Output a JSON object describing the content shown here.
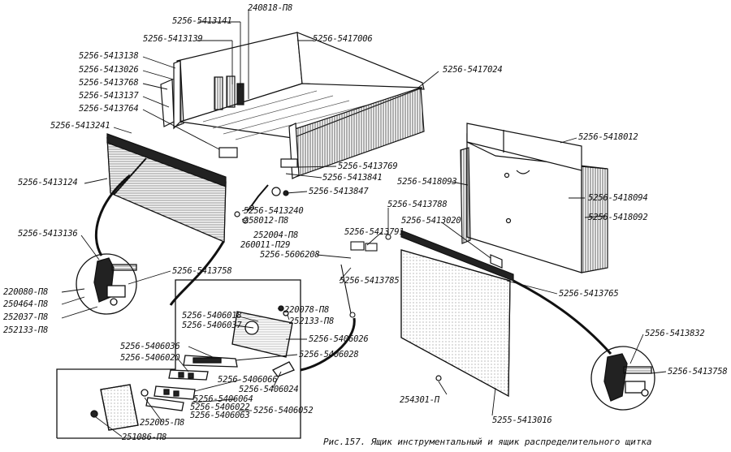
{
  "caption": "Рис.157. Ящик инструментальный и ящик распределительного щитка",
  "labels": {
    "p240818": "240818-П8",
    "p5413141": "5256-5413141",
    "p5413139": "5256-5413139",
    "p5417006": "5256-5417006",
    "p5413138": "5256-5413138",
    "p5413026": "5256-5413026",
    "p5413768": "5256-5413768",
    "p5413137": "5256-5413137",
    "p5413764": "5256-5413764",
    "p5417024": "5256-5417024",
    "p5413241": "5256-5413241",
    "p5418012": "5256-5418012",
    "p5413124": "5256-5413124",
    "p5413769": "5256-5413769",
    "p5413841": "5256-5413841",
    "p5413847": "5256-5413847",
    "p5418093": "5256-5418093",
    "p5418094": "5256-5418094",
    "p5418092": "5256-5418092",
    "p5413788": "5256-5413788",
    "p5413240": "5256-5413240",
    "p258012": "258012-П8",
    "p252004": "252004-П8",
    "p260011": "260011-П29",
    "p5413020": "5256-5413020",
    "p5413791": "5256-5413791",
    "p5606208": "5256-5606208",
    "p5413136": "5256-5413136",
    "p5413758a": "5256-5413758",
    "p5413785": "5256-5413785",
    "p5413765": "5256-5413765",
    "p220080": "220080-П8",
    "p250464": "250464-П8",
    "p252037": "252037-П8",
    "p252133a": "252133-П8",
    "p5406018": "5256-5406018",
    "p5406037": "5256-5406037",
    "p220078": "220078-П8",
    "p252133b": "252133-П8",
    "p5406026": "5256-5406026",
    "p5406036": "5256-5406036",
    "p5406028": "5256-5406028",
    "p5406020": "5256-5406020",
    "p5406066": "5256-5406066",
    "p5406024": "5256-5406024",
    "p5406064": "5256-5406064",
    "p5406022": "5256-5406022",
    "p5406063": "5256-5406063",
    "p5406052": "5256-5406052",
    "p252005": "252005-П8",
    "p251086": "251086-П8",
    "p5413832": "5256-5413832",
    "p5413758b": "5256-5413758",
    "p254301": "254301-П",
    "p5413016": "5255-5413016"
  }
}
